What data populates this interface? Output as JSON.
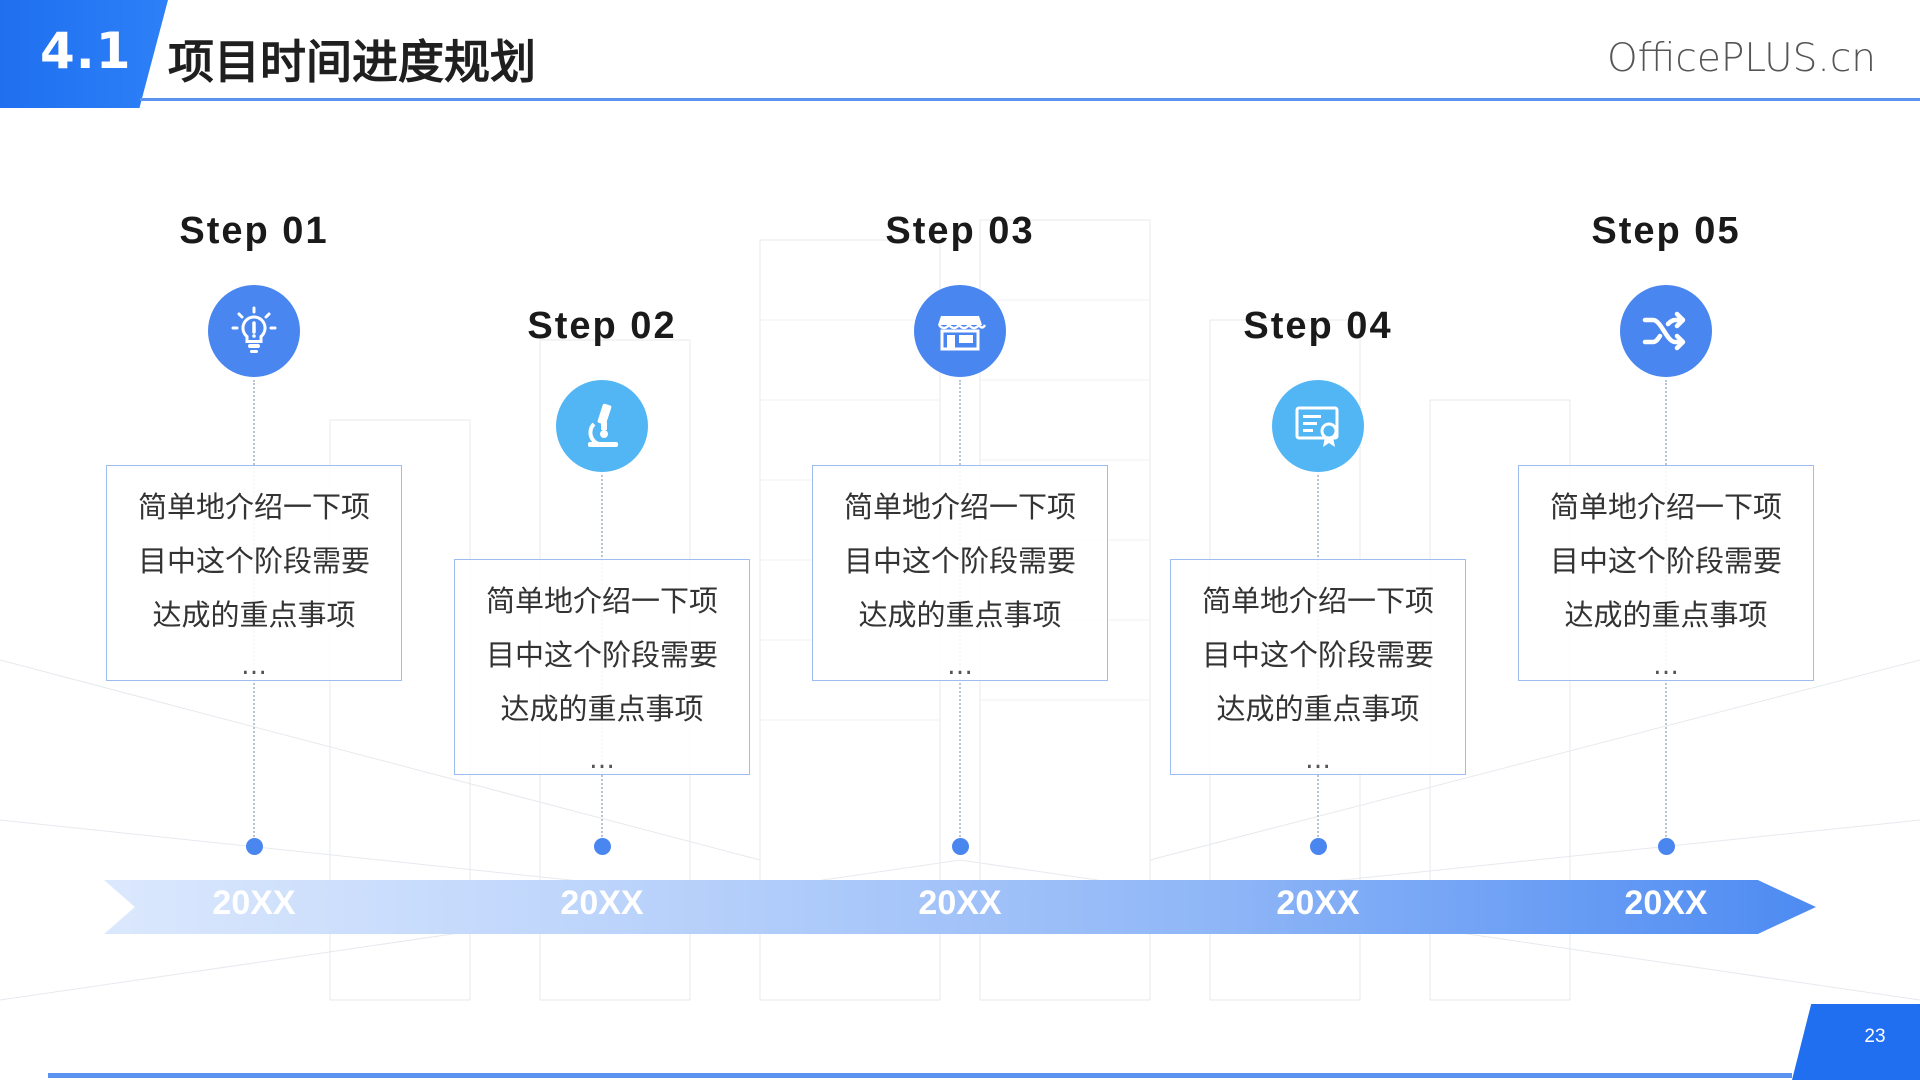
{
  "header": {
    "section_number": "4.1",
    "title": "项目时间进度规划",
    "brand": "OfficePLUS.cn"
  },
  "steps": [
    {
      "title": "Step 01",
      "icon": "lightbulb-icon",
      "text": [
        "简单地介绍一下项",
        "目中这个阶段需要",
        "达成的重点事项"
      ],
      "more": "…",
      "year": "20XX"
    },
    {
      "title": "Step 02",
      "icon": "microscope-icon",
      "text": [
        "简单地介绍一下项",
        "目中这个阶段需要",
        "达成的重点事项"
      ],
      "more": "…",
      "year": "20XX"
    },
    {
      "title": "Step 03",
      "icon": "store-icon",
      "text": [
        "简单地介绍一下项",
        "目中这个阶段需要",
        "达成的重点事项"
      ],
      "more": "…",
      "year": "20XX"
    },
    {
      "title": "Step 04",
      "icon": "certificate-icon",
      "text": [
        "简单地介绍一下项",
        "目中这个阶段需要",
        "达成的重点事项"
      ],
      "more": "…",
      "year": "20XX"
    },
    {
      "title": "Step 05",
      "icon": "shuffle-icon",
      "text": [
        "简单地介绍一下项",
        "目中这个阶段需要",
        "达成的重点事项"
      ],
      "more": "…",
      "year": "20XX"
    }
  ],
  "footer": {
    "page_number": "23"
  },
  "colors": {
    "accent": "#1f6ff0",
    "icon_blue": "#4a86ef",
    "icon_cyan": "#52b6f5",
    "border": "#9dbdf2"
  }
}
